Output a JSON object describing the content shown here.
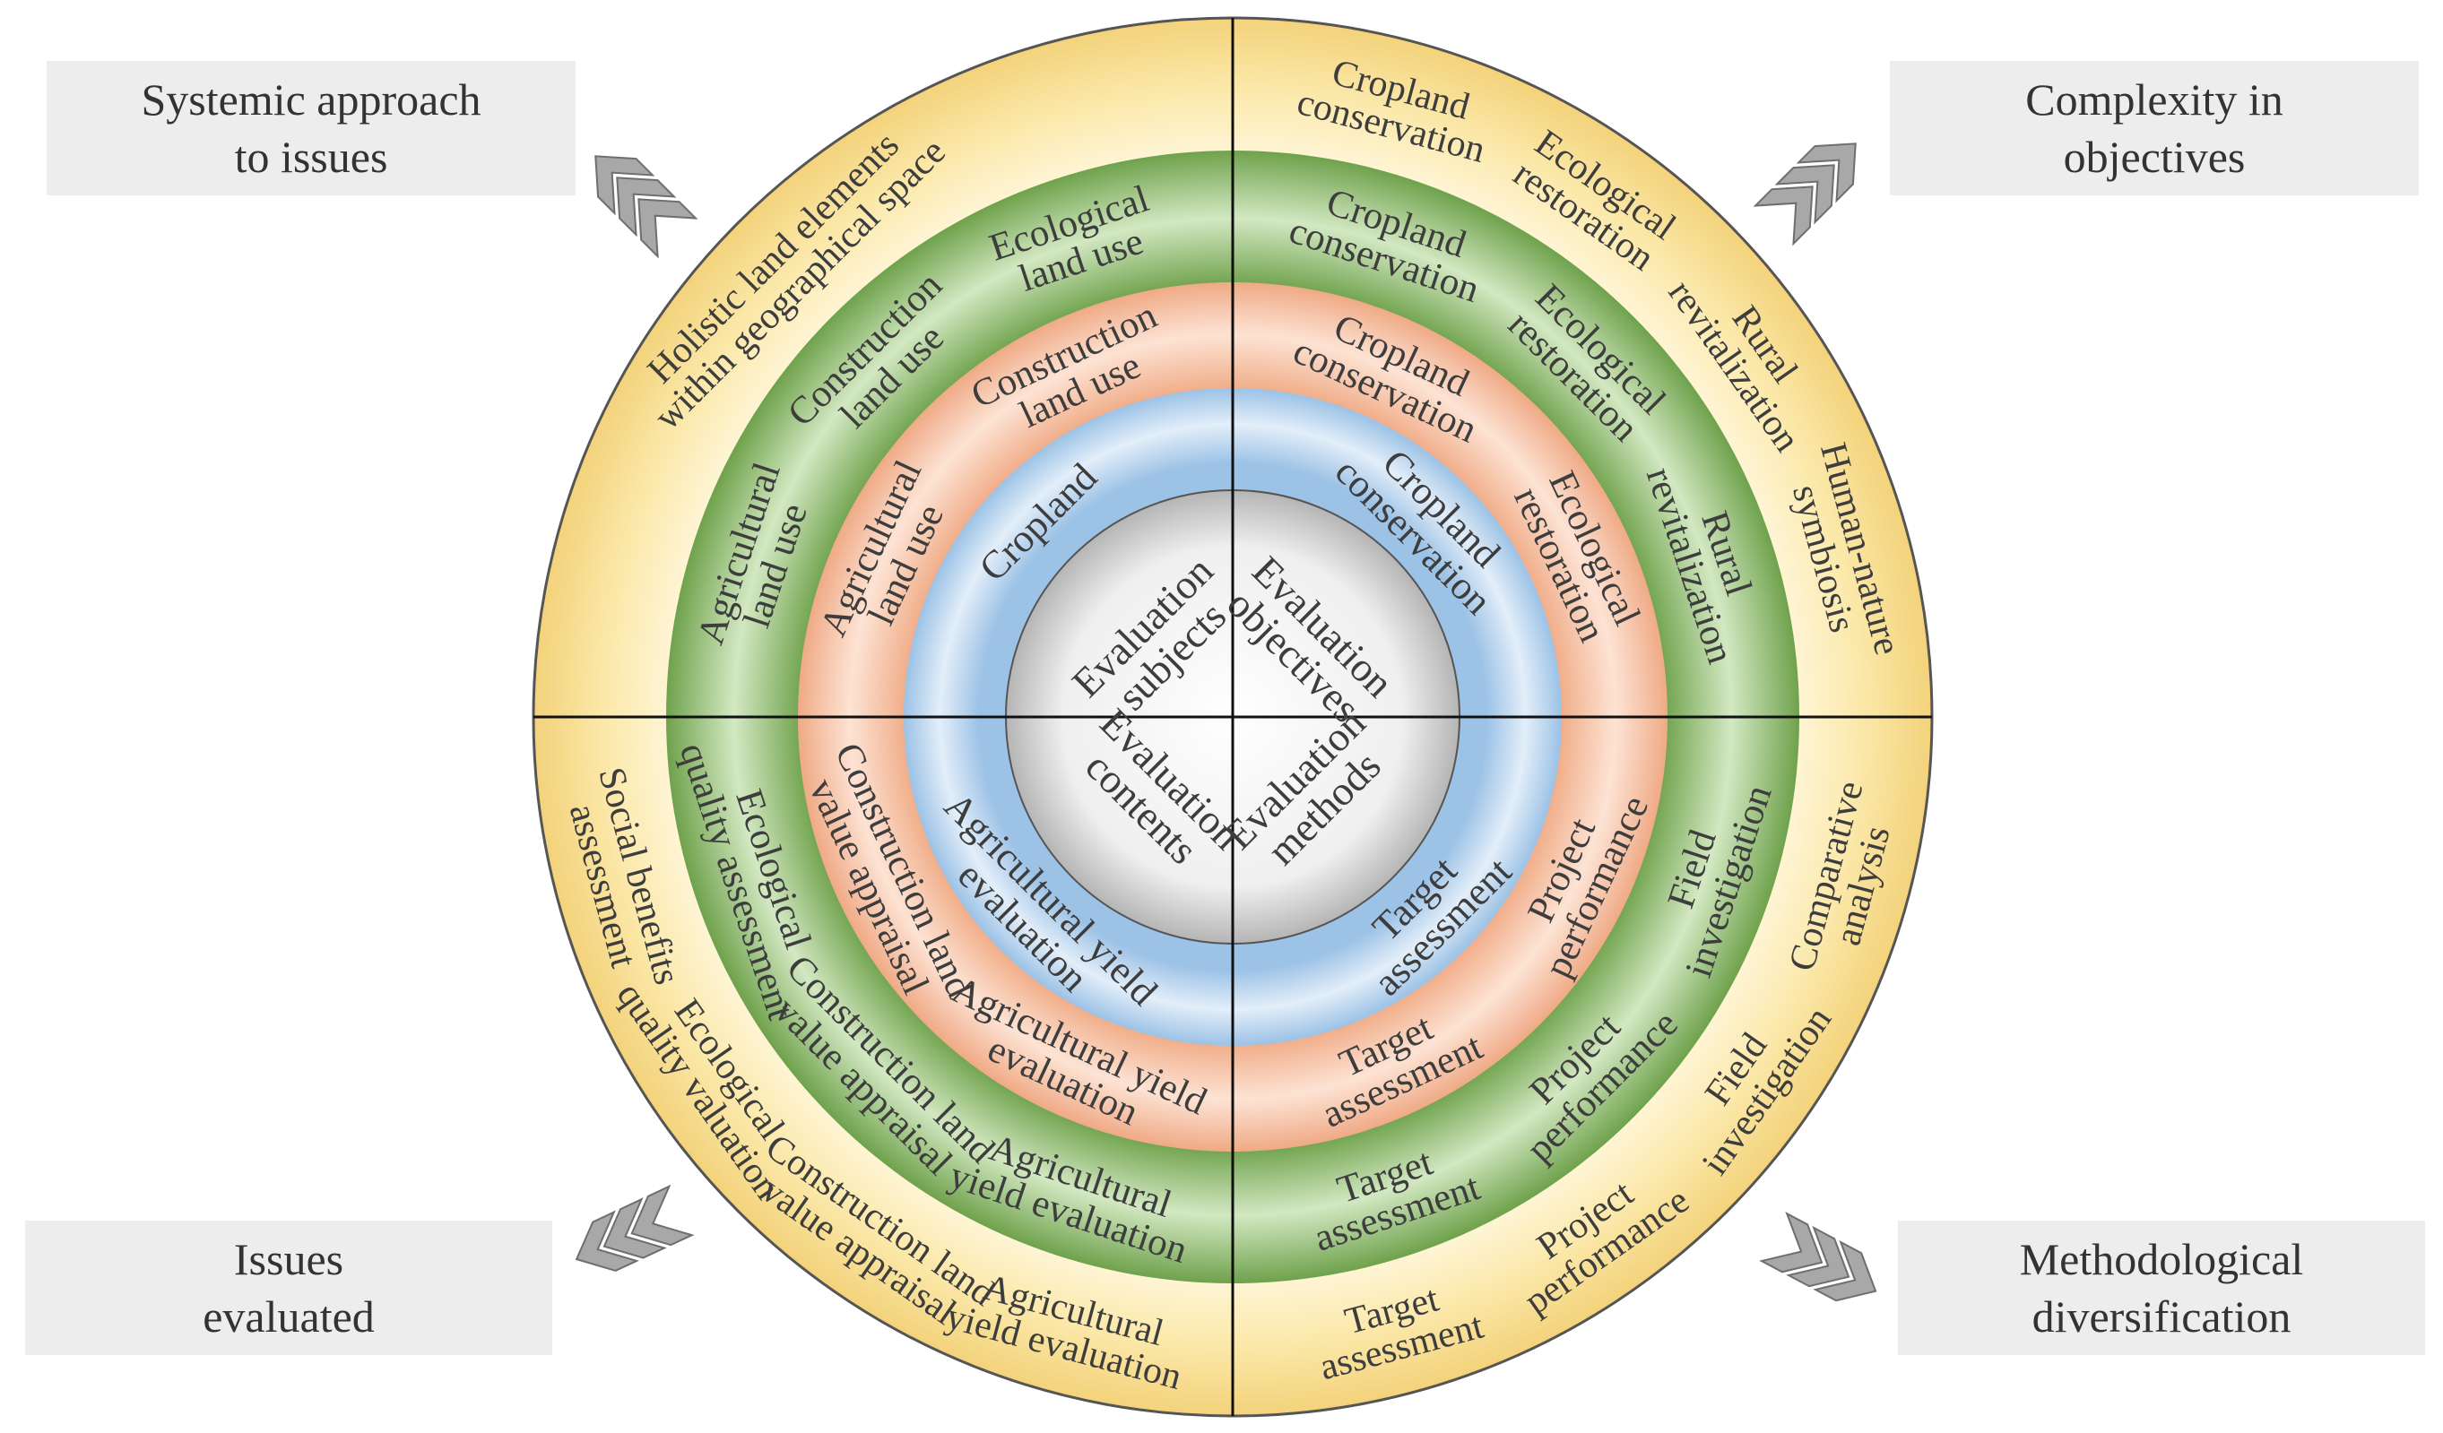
{
  "corner_labels": {
    "top_left": "Systemic approach\nto issues",
    "top_right": "Complexity in\nobjectives",
    "bottom_left": "Issues\nevaluated",
    "bottom_right": "Methodological\ndiversification"
  },
  "colors": {
    "outer_ring": "#fbe7a8",
    "green_ring": "#a7d08c",
    "salmon_ring": "#f6c7ad",
    "blue_ring": "#bdd7ee",
    "center": "#e8e8e8",
    "divider": "#000000",
    "arrow": "#9a9a9a"
  },
  "rings": {
    "center": {
      "top_left": "Evaluation\nsubjects",
      "top_right": "Evaluation\nobjectives",
      "bottom_left": "Evaluation\ncontents",
      "bottom_right": "Evaluation\nmethods"
    },
    "blue": {
      "top_left": "Cropland",
      "top_right": "Cropland\nconservation",
      "bottom_left": "Agricultural yield\nevaluation",
      "bottom_right": "Target\nassessment"
    },
    "salmon": {
      "top_left": [
        "Agricultural\nland use",
        "Construction\nland use"
      ],
      "top_right": [
        "Cropland\nconservation",
        "Ecological\nrestoration"
      ],
      "bottom_left": [
        "Agricultural yield\nevaluation",
        "Construction land\nvalue appraisal"
      ],
      "bottom_right": [
        "Project\nperformance",
        "Target\nassessment"
      ]
    },
    "green": {
      "top_left": [
        "Agricultural\nland use",
        "Construction\nland use",
        "Ecological\nland use"
      ],
      "top_right": [
        "Cropland\nconservation",
        "Ecological\nrestoration",
        "Rural\nrevitalization"
      ],
      "bottom_left": [
        "Agricultural\nyield evaluation",
        "Construction land\nvalue appraisal",
        "Ecological\nquality assessment"
      ],
      "bottom_right": [
        "Field\ninvestigation",
        "Project\nperformance",
        "Target\nassessment"
      ]
    },
    "outer": {
      "top_left": [
        "Holistic land elements\nwithin geographical space"
      ],
      "top_right": [
        "Cropland\nconservation",
        "Ecological\nrestoration",
        "Rural\nrevitalization",
        "Human-nature\nsymbiosis"
      ],
      "bottom_left": [
        "Agricultural\nyield evaluation",
        "Construction land\nvalue appraisal",
        "Ecological\nquality valuation",
        "Social benefits\nassessment"
      ],
      "bottom_right": [
        "Comparative\nanalysis",
        "Field\ninvestigation",
        "Project\nperformance",
        "Target\nassessment"
      ]
    }
  }
}
